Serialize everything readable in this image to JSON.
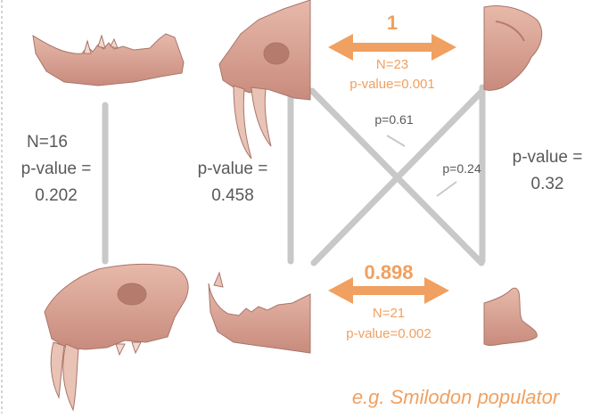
{
  "left_pair": {
    "n_label": "N=16",
    "p_label": "p-value =",
    "p_value": "0.202"
  },
  "mid_pair": {
    "p_label": "p-value =",
    "p_value": "0.458"
  },
  "right_pair": {
    "p_label": "p-value =",
    "p_value": "0.32"
  },
  "top_link": {
    "value": "1",
    "n_label": "N=23",
    "p_label": "p-value=0.001"
  },
  "bottom_link": {
    "value": "0.898",
    "n_label": "N=21",
    "p_label": "p-value=0.002"
  },
  "cross_labels": {
    "diag_a": "p=0.61",
    "diag_b": "p=0.24"
  },
  "caption": "e.g. Smilodon populator",
  "colors": {
    "accent_orange": "#f0a060",
    "line_grey": "#c8c8c8",
    "bone": "#d9a394",
    "text_grey": "#595959"
  },
  "icons": [
    "mandible-top-left-image",
    "skull-top-mid-image",
    "bone-top-right-image",
    "skull-bottom-left-image",
    "mandible-bottom-mid-image",
    "bone-bottom-right-image"
  ]
}
